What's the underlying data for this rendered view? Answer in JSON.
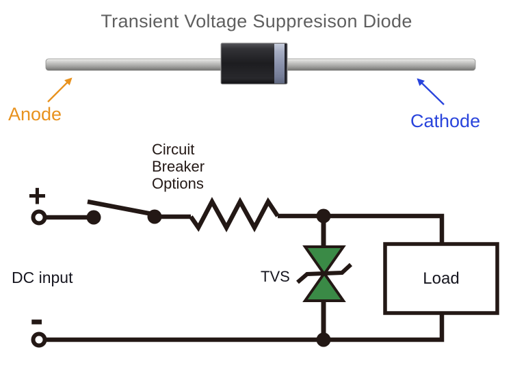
{
  "title": "Transient Voltage Suppresison Diode",
  "diode_figure": {
    "anode_label": "Anode",
    "cathode_label": "Cathode",
    "colors": {
      "anode_text_and_arrow": "#e8921e",
      "cathode_text_and_arrow": "#2944dc",
      "lead_gray": "#b4b4b2",
      "body_black": "#1c1c1e",
      "cathode_band": "#8a92ac"
    }
  },
  "circuit": {
    "breaker_label": "Circuit\nBreaker\nOptions",
    "dc_input_label": "DC input",
    "plus_label": "+",
    "minus_label": "-",
    "tvs_label": "TVS",
    "load_label": "Load",
    "colors": {
      "wire_black": "#231815",
      "tvs_green": "#3a8a46",
      "label_text": "#16161f"
    }
  }
}
